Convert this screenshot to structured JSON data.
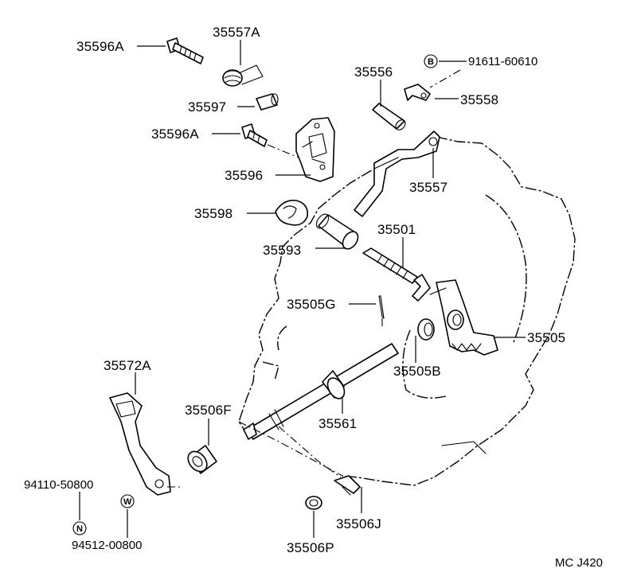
{
  "diagram": {
    "code": "MC J420",
    "parts": {
      "p35596A_top": "35596A",
      "p35557A": "35557A",
      "p35597": "35597",
      "p35596A_mid": "35596A",
      "p35596": "35596",
      "p35598": "35598",
      "p35593": "35593",
      "p35556": "35556",
      "p91611": "91611-60610",
      "p35558": "35558",
      "p35557": "35557",
      "p35501": "35501",
      "p35505G": "35505G",
      "p35505": "35505",
      "p35505B": "35505B",
      "p35561": "35561",
      "p35506F": "35506F",
      "p35572A": "35572A",
      "p94110": "94110-50800",
      "p94512": "94512-00800",
      "p35506J": "35506J",
      "p35506P": "35506P"
    },
    "badges": {
      "b": "B",
      "w": "W",
      "n": "N"
    }
  }
}
